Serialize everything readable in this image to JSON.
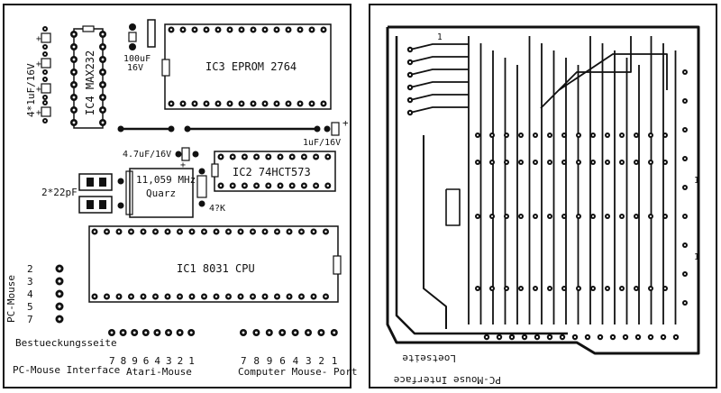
{
  "component_side": {
    "title": "Bestueckungsseite",
    "board_name": "PC-Mouse Interface",
    "ic1": "IC1  8031 CPU",
    "ic2": "IC2 74HCT573",
    "ic3": "IC3 EPROM 2764",
    "ic4": "IC4 MAX232",
    "crystal_freq": "11,059 MHz",
    "crystal_label": "Quarz",
    "cap_four": "4*1uF/16V",
    "cap_100": "100uF",
    "cap_100_v": "16V",
    "cap_1uf": "1uF/16V",
    "cap_47": "4.7uF/16V",
    "cap_22": "2*22pF",
    "resistor": "4?K",
    "plus": "+",
    "pc_mouse_label": "PC-Mouse",
    "pc_mouse_pins": [
      "2",
      "3",
      "4",
      "5",
      "7"
    ],
    "atari_label": "Atari-Mouse",
    "atari_pins": [
      "7",
      "8",
      "9",
      "6",
      "4",
      "3",
      "2",
      "1"
    ],
    "computer_label": "Computer Mouse- Port",
    "computer_pins": [
      "7",
      "8",
      "9",
      "6",
      "4",
      "3",
      "2",
      "1"
    ]
  },
  "solder_side": {
    "title": "Loetseite",
    "board_name": "PC-Mouse Interface",
    "marker": "1"
  }
}
